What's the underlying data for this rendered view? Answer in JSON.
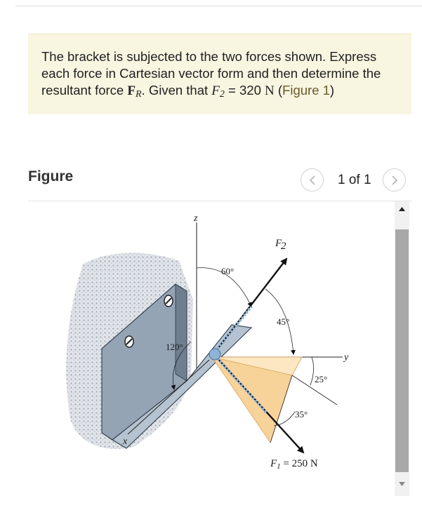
{
  "problem": {
    "text_part1": "The bracket is subjected to the two forces shown. Express each force in Cartesian vector form and then determine the resultant force ",
    "fr_symbol": "F",
    "fr_sub": "R",
    "text_part2": ". Given that ",
    "f2_symbol": "F",
    "f2_sub": "2",
    "equals_value": " = 320 ",
    "unit": "N",
    "paren_open": " (",
    "figure_link": "Figure 1",
    "paren_close": ")"
  },
  "figure_panel": {
    "heading": "Figure",
    "pager_text": "1 of 1"
  },
  "diagram": {
    "axis_z": "z",
    "axis_y": "y",
    "axis_x": "x",
    "f2_label": "F",
    "f2_label_sub": "2",
    "angle_60": "60°",
    "angle_45": "45°",
    "angle_120": "120°",
    "angle_25": "25°",
    "angle_35": "35°",
    "f1_label": "F",
    "f1_label_sub": "1",
    "f1_value": " = 250 N"
  },
  "colors": {
    "problem_bg": "#f8f5e1",
    "link": "#6b5a2a",
    "bracket": "#93a3b4",
    "force_plane": "#f7d9a3",
    "scroll_thumb": "#a8a8a8"
  }
}
